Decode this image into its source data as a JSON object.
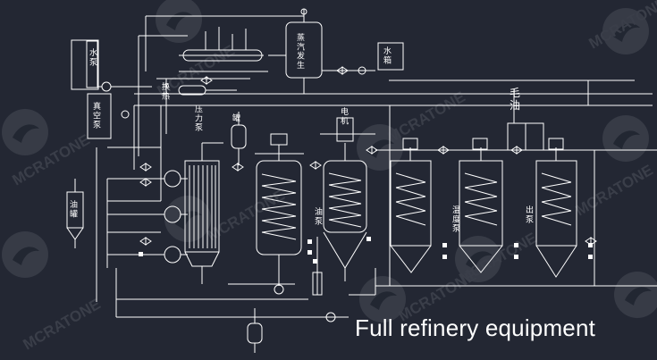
{
  "caption": "Full refinery equipment",
  "watermark": {
    "text": "MCRATONE"
  },
  "labels": {
    "water_pump": "水\n泵",
    "water_tank": "水\n箱",
    "vacuum_pump": "真\n空\n泵",
    "steam_generator": "蒸\n汽\n发\n生",
    "crude_oil": "毛\n油",
    "motor": "电\n机",
    "filter_press": "压\n力\n泵",
    "oil_pump_1": "油\n泵",
    "oil_pump_2": "温\n度\n泵",
    "deodorizer_pump": "出\n泵",
    "heat_exchanger": "换\n热",
    "small_vessel": "罐",
    "tank_label_a": "油\n罐"
  },
  "colors": {
    "background": "#232733",
    "lines": "#ffffff",
    "watermark": "#3a3e49"
  }
}
